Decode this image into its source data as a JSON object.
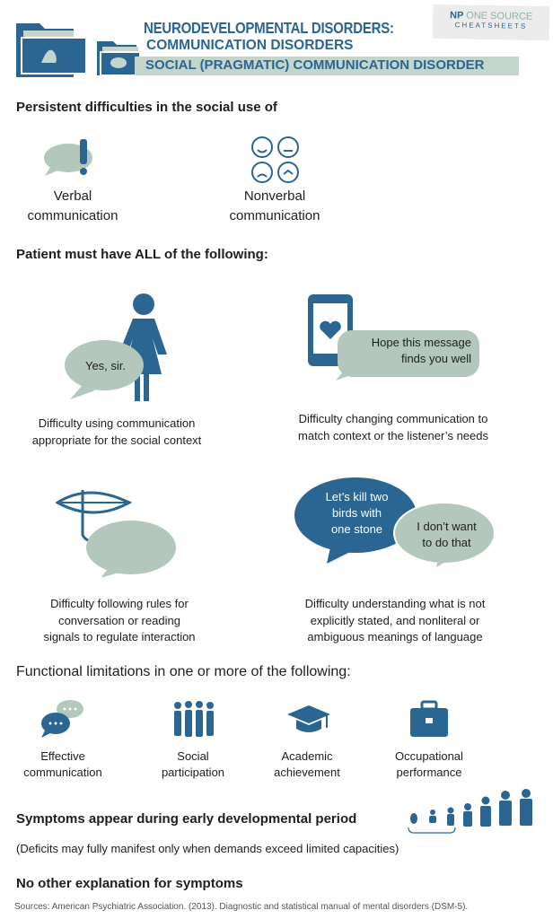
{
  "header": {
    "title1": "NEURODEVELOPMENTAL DISORDERS:",
    "title2": "COMMUNICATION DISORDERS",
    "title3": "SOCIAL (PRAGMATIC) COMMUNICATION DISORDER",
    "logo_np": "NP",
    "logo_one": "ONE SOURCE",
    "logo_cheat": "CHEATSHEETS"
  },
  "section1": {
    "heading": "Persistent difficulties in the social use of",
    "items": [
      {
        "line1": "Verbal",
        "line2": "communication",
        "icon": "speech-bubble-exclamation-icon"
      },
      {
        "line1": "Nonverbal",
        "line2": "communication",
        "icon": "faces-icon"
      }
    ]
  },
  "section2": {
    "heading": "Patient must have ALL of the following:",
    "items": [
      {
        "bubble": "Yes, sir.",
        "line1": "Difficulty using communication",
        "line2": "appropriate for the social context"
      },
      {
        "bubble1": "Hope this message",
        "bubble2": "finds you well",
        "line1": "Difficulty changing communication to",
        "line2": "match context or the listener’s needs"
      },
      {
        "line1": "Difficulty following rules for",
        "line2": "conversation or reading",
        "line3": "signals to regulate interaction"
      },
      {
        "bubble_a1": "Let’s kill two",
        "bubble_a2": "birds with",
        "bubble_a3": "one stone",
        "bubble_b1": "I don’t want",
        "bubble_b2": "to do that",
        "line1": "Difficulty understanding what is not",
        "line2": "explicitly stated, and nonliteral or",
        "line3": "ambiguous meanings of language"
      }
    ]
  },
  "section3": {
    "heading": "Functional limitations in one or more of the following:",
    "items": [
      {
        "line1": "Effective",
        "line2": "communication"
      },
      {
        "line1": "Social",
        "line2": "participation"
      },
      {
        "line1": "Academic",
        "line2": "achievement"
      },
      {
        "line1": "Occupational",
        "line2": "performance"
      }
    ]
  },
  "section4": {
    "heading": "Symptoms appear during early developmental period",
    "note": "(Deficits may fully manifest only when demands exceed limited capacities)"
  },
  "section5": {
    "heading": "No other explanation for symptoms"
  },
  "sources": "Sources: American Psychiatric Association. (2013). Diagnostic and statistical manual of mental disorders (DSM-5).",
  "colors": {
    "blue": "#2b6592",
    "sage": "#b3c7bd"
  }
}
